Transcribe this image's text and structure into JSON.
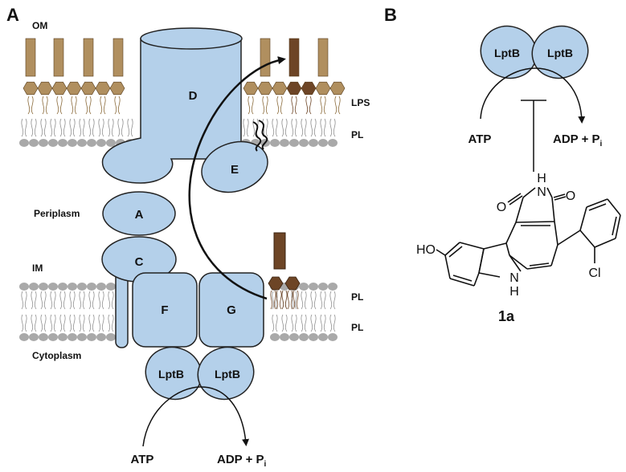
{
  "panels": {
    "a": {
      "letter": "A",
      "outer_membrane": "OM",
      "lps": "LPS",
      "pl_outer": "PL",
      "periplasm": "Periplasm",
      "inner_membrane": "IM",
      "pl_inner_top": "PL",
      "pl_inner_bottom": "PL",
      "cytoplasm": "Cytoplasm",
      "protein_d": "D",
      "protein_e": "E",
      "protein_a": "A",
      "protein_c": "C",
      "protein_f": "F",
      "protein_g": "G",
      "lptb_left": "LptB",
      "lptb_right": "LptB",
      "atp": "ATP",
      "adp": "ADP + P",
      "adp_sub": "i"
    },
    "b": {
      "letter": "B",
      "lptb_left": "LptB",
      "lptb_right": "LptB",
      "atp": "ATP",
      "adp": "ADP + P",
      "adp_sub": "i",
      "nh_top": "N",
      "h_top": "H",
      "o_left": "O",
      "o_right": "O",
      "ho": "HO",
      "n_bottom": "N",
      "h_bottom": "H",
      "cl": "Cl",
      "compound": "1a"
    }
  },
  "colors": {
    "protein_fill": "#b4d0ea",
    "lps_tan": "#b08f5f",
    "lps_dark": "#6d4526",
    "membrane_grey": "#a9a9a9"
  }
}
